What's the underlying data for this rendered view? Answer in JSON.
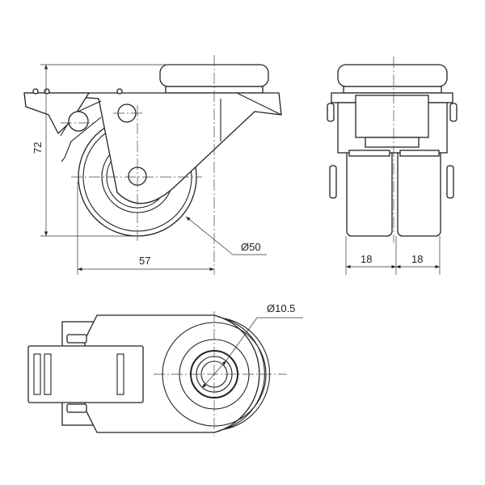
{
  "title": "Twin-wheel swivel caster with brake – dimensional drawing",
  "dimensions": {
    "height": "72",
    "offset": "57",
    "wheel_diameter": "Ø50",
    "wheel_width_left": "18",
    "wheel_width_right": "18",
    "bolt_hole_diameter": "Ø10.5"
  }
}
